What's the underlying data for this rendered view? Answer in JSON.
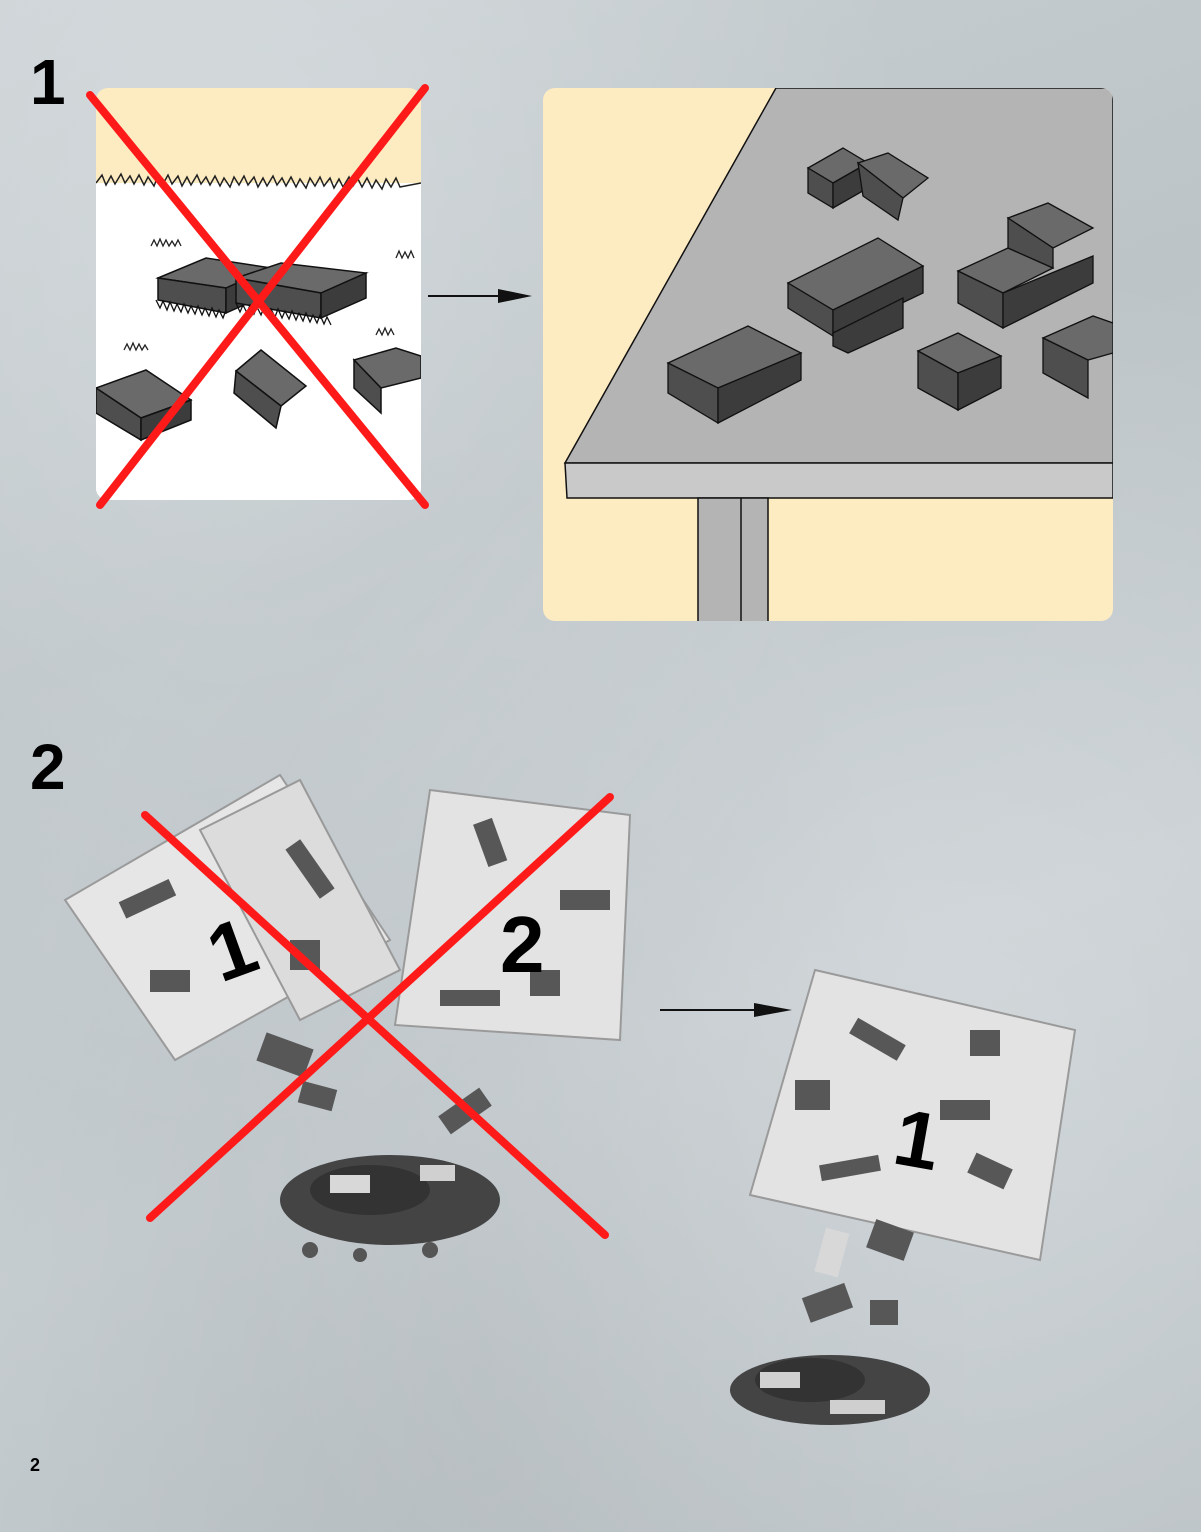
{
  "page": {
    "number": "2"
  },
  "steps": [
    {
      "number": "1"
    },
    {
      "number": "2"
    }
  ],
  "bags": {
    "left_label": "1",
    "right_label": "2",
    "result_label": "1"
  },
  "colors": {
    "background": "#c3cacd",
    "panel_bg": "#fdebc2",
    "table_top": "#b4b4b4",
    "brick": "#555555",
    "cross": "#ff1a1a"
  },
  "icons": {
    "cross_mark": "red-x-icon",
    "arrow": "arrow-right-icon"
  }
}
